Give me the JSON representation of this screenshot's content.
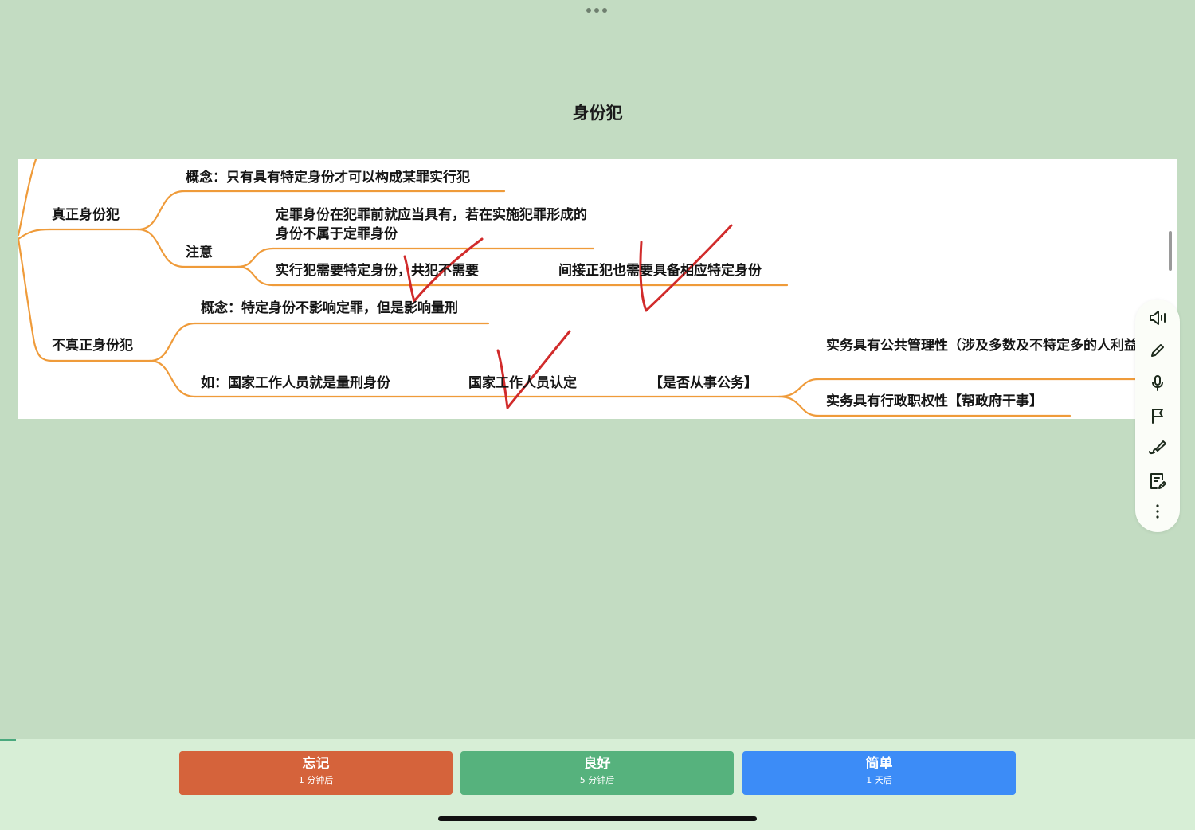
{
  "card": {
    "title": "身份犯"
  },
  "mindmap": {
    "nodes": {
      "true_identity": "真正身份犯",
      "true_concept": "概念：只有具有特定身份才可以构成某罪实行犯",
      "attention": "注意",
      "attention_1": "定罪身份在犯罪前就应当具有，若在实施犯罪形成的身份不属于定罪身份",
      "attention_2": "实行犯需要特定身份，共犯不需要",
      "attention_2_child": "间接正犯也需要具备相应特定身份",
      "false_identity": "不真正身份犯",
      "false_concept": "概念：特定身份不影响定罪，但是影响量刑",
      "example": "如：国家工作人员就是量刑身份",
      "example_child": "国家工作人员认定",
      "public_duty": "【是否从事公务】",
      "public_duty_1": "实务具有公共管理性（涉及多数及不特定多的人利益）",
      "public_duty_2": "实务具有行政职权性【帮政府干事】"
    },
    "line_color": "#ef9b3a",
    "annotation_color": "#d12b2b"
  },
  "toolbar": {
    "items": [
      "speaker-icon",
      "pencil-icon",
      "microphone-icon",
      "flag-icon",
      "brush-icon",
      "note-edit-icon",
      "more-vertical-icon"
    ]
  },
  "answer_buttons": {
    "forgot": {
      "label": "忘记",
      "interval": "1 分钟后",
      "color": "#d5633b"
    },
    "good": {
      "label": "良好",
      "interval": "5 分钟后",
      "color": "#56b27d"
    },
    "easy": {
      "label": "简单",
      "interval": "1 天后",
      "color": "#3c8cf7"
    }
  }
}
